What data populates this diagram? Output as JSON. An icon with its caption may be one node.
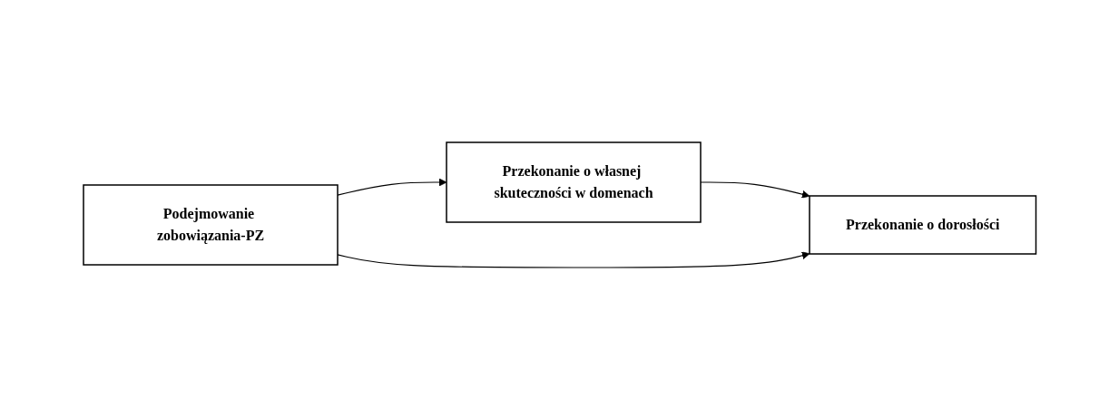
{
  "diagram": {
    "nodes": [
      {
        "text": [
          "Przekonanie o własnej skuteczności w domenach"
        ]
      },
      {
        "text": [
          "Podejmowanie zobowiązania-PZ"
        ]
      },
      {
        "text": [
          "Przekonanie o dorosłości"
        ]
      }
    ],
    "edges": [
      {
        "from": 1,
        "to": 0,
        "arrow": "to"
      },
      {
        "from": 0,
        "to": 2,
        "arrow": "to"
      },
      {
        "from": 1,
        "to": 2,
        "arrow": "to"
      }
    ]
  }
}
